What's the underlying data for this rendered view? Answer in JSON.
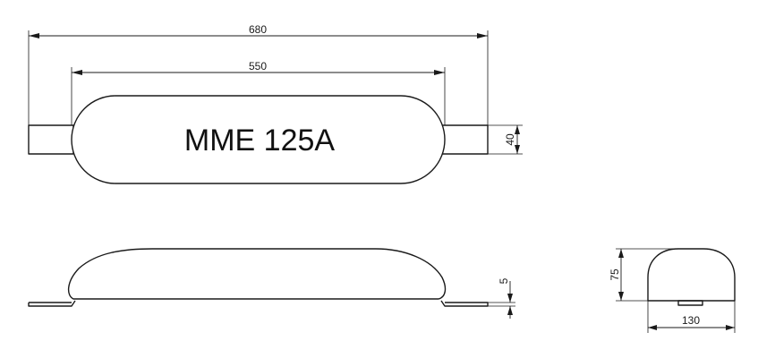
{
  "part_label": "MME 125A",
  "dimensions": {
    "overall_length": "680",
    "body_length": "550",
    "tab_height": "40",
    "tab_thickness": "5",
    "body_height": "75",
    "body_width": "130"
  }
}
